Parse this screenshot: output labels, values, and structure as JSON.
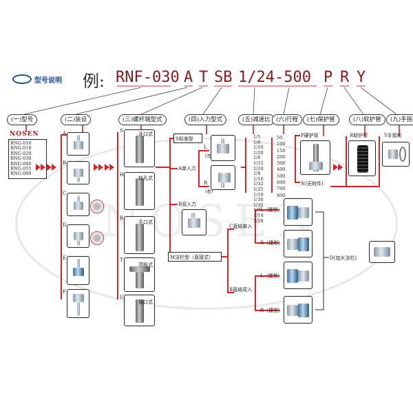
{
  "brand": {
    "logo_text": "NOSEN",
    "header_title": "型号说明",
    "watermark": "NOSEN"
  },
  "example": {
    "prefix": "例:",
    "segments": [
      "RNF-030",
      "A",
      "T",
      "SB",
      "1/24-500",
      "P",
      "R",
      "Y"
    ]
  },
  "columns": [
    "(一)型号",
    "(二)装设",
    "(三)螺杆端型式",
    "(四)入力型式",
    "(五)减速比",
    "(六)行程",
    "(七)保护管",
    "(八)软护管",
    "(九)手摇轮"
  ],
  "models": {
    "brand": "NOSEN",
    "list": [
      "RNG-016",
      "RNG-018",
      "RNG-020",
      "RNG-030",
      "RNG-040",
      "RNG-055",
      "RNG-060"
    ]
  },
  "mounting": [
    "A",
    "B",
    "C",
    "D",
    "E",
    "F"
  ],
  "screw_ends": [
    {
      "code": "S",
      "label": "牙口式"
    },
    {
      "code": "H",
      "label": "栓孔式"
    },
    {
      "code": "R",
      "label": "平口式"
    },
    {
      "code": "T",
      "label": "顶板式"
    },
    {
      "code": "U",
      "label": "插口式"
    }
  ],
  "input": {
    "standard": "S标准型",
    "single": "A单入力",
    "left": "L",
    "left_sub": "(左)",
    "right": "R",
    "right_sub": "(右)",
    "double": "B双入力",
    "motor": "M法栏型（直接式）",
    "c_direct_single": "C直结单入",
    "b_direct_double": "B直结双入",
    "l1": "L（建型）",
    "r1": "R（建型）",
    "l2": "L（建型）",
    "r2": "R（建型）",
    "flange": "D(加大法栏)"
  },
  "ratios": [
    "1/5",
    "1/6",
    "1/10",
    "1/20",
    "1/6",
    "1/12",
    "1/24",
    "1/8",
    "1/16",
    "1/32",
    "1/25",
    "1/10",
    "1/30",
    "1/35",
    "1/7",
    "1/14",
    "1/28"
  ],
  "strokes": [
    "50",
    "100",
    "150",
    "200",
    "300",
    "400",
    "500",
    "600",
    "700",
    "800"
  ],
  "protect": {
    "p": "P硬护管",
    "n": "N(无附件)"
  },
  "soft": {
    "r": "R软护管"
  },
  "hand": {
    "y": "Y手摇轮"
  }
}
